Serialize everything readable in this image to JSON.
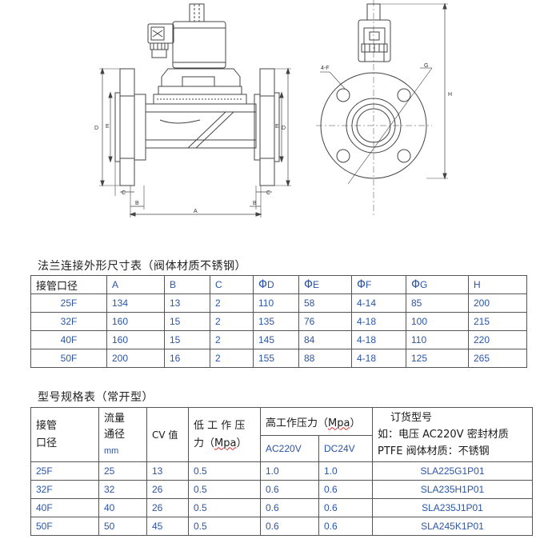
{
  "drawing": {
    "labels": {
      "D": "D",
      "E": "E",
      "C": "C",
      "B": "B",
      "A": "A",
      "H": "H",
      "F": "4-F",
      "G": "G"
    }
  },
  "table1": {
    "caption": "法兰连接外形尺寸表（阀体材质不锈钢）",
    "header_size": "接管口径",
    "headers": [
      "A",
      "B",
      "C",
      "D",
      "E",
      "F",
      "G",
      "H"
    ],
    "phi": "Φ",
    "rows": [
      {
        "size": "25F",
        "values": [
          "134",
          "13",
          "2",
          "110",
          "58",
          "4-14",
          "85",
          "200"
        ]
      },
      {
        "size": "32F",
        "values": [
          "160",
          "15",
          "2",
          "135",
          "76",
          "4-18",
          "100",
          "215"
        ]
      },
      {
        "size": "40F",
        "values": [
          "160",
          "15",
          "2",
          "145",
          "84",
          "4-18",
          "110",
          "220"
        ]
      },
      {
        "size": "50F",
        "values": [
          "200",
          "16",
          "2",
          "155",
          "88",
          "4-18",
          "125",
          "265"
        ]
      }
    ]
  },
  "table2": {
    "caption": "型号规格表（常开型）",
    "h_size_1": "接管",
    "h_size_2": "口径",
    "h_flow_1": "流量",
    "h_flow_2": "通径",
    "h_flow_3": "mm",
    "h_cv": "CV 值",
    "h_low_1": "低 工 作 压",
    "h_low_2_pre": "力（",
    "h_low_2_u": "Mpa",
    "h_low_2_post": "）",
    "h_high_pre": "高工作压力（",
    "h_high_u": "Mpa",
    "h_high_post": "）",
    "h_ac": "AC220V",
    "h_dc": "DC24V",
    "h_order_1": "订货型号",
    "h_order_2": "如：电压 AC220V 密封材质",
    "h_order_3": "PTFE  阀体材质：不锈钢",
    "rows": [
      {
        "size": "25F",
        "flow": "25",
        "cv": "13",
        "low": "0.5",
        "ac": "1.0",
        "dc": "1.0",
        "model": "SLA225G1P01"
      },
      {
        "size": "32F",
        "flow": "32",
        "cv": "26",
        "low": "0.5",
        "ac": "0.6",
        "dc": "0.6",
        "model": "SLA235H1P01"
      },
      {
        "size": "40F",
        "flow": "40",
        "cv": "26",
        "low": "0.5",
        "ac": "0.6",
        "dc": "0.6",
        "model": "SLA235J1P01"
      },
      {
        "size": "50F",
        "flow": "50",
        "cv": "45",
        "low": "0.5",
        "ac": "0.6",
        "dc": "0.6",
        "model": "SLA245K1P01"
      }
    ]
  }
}
